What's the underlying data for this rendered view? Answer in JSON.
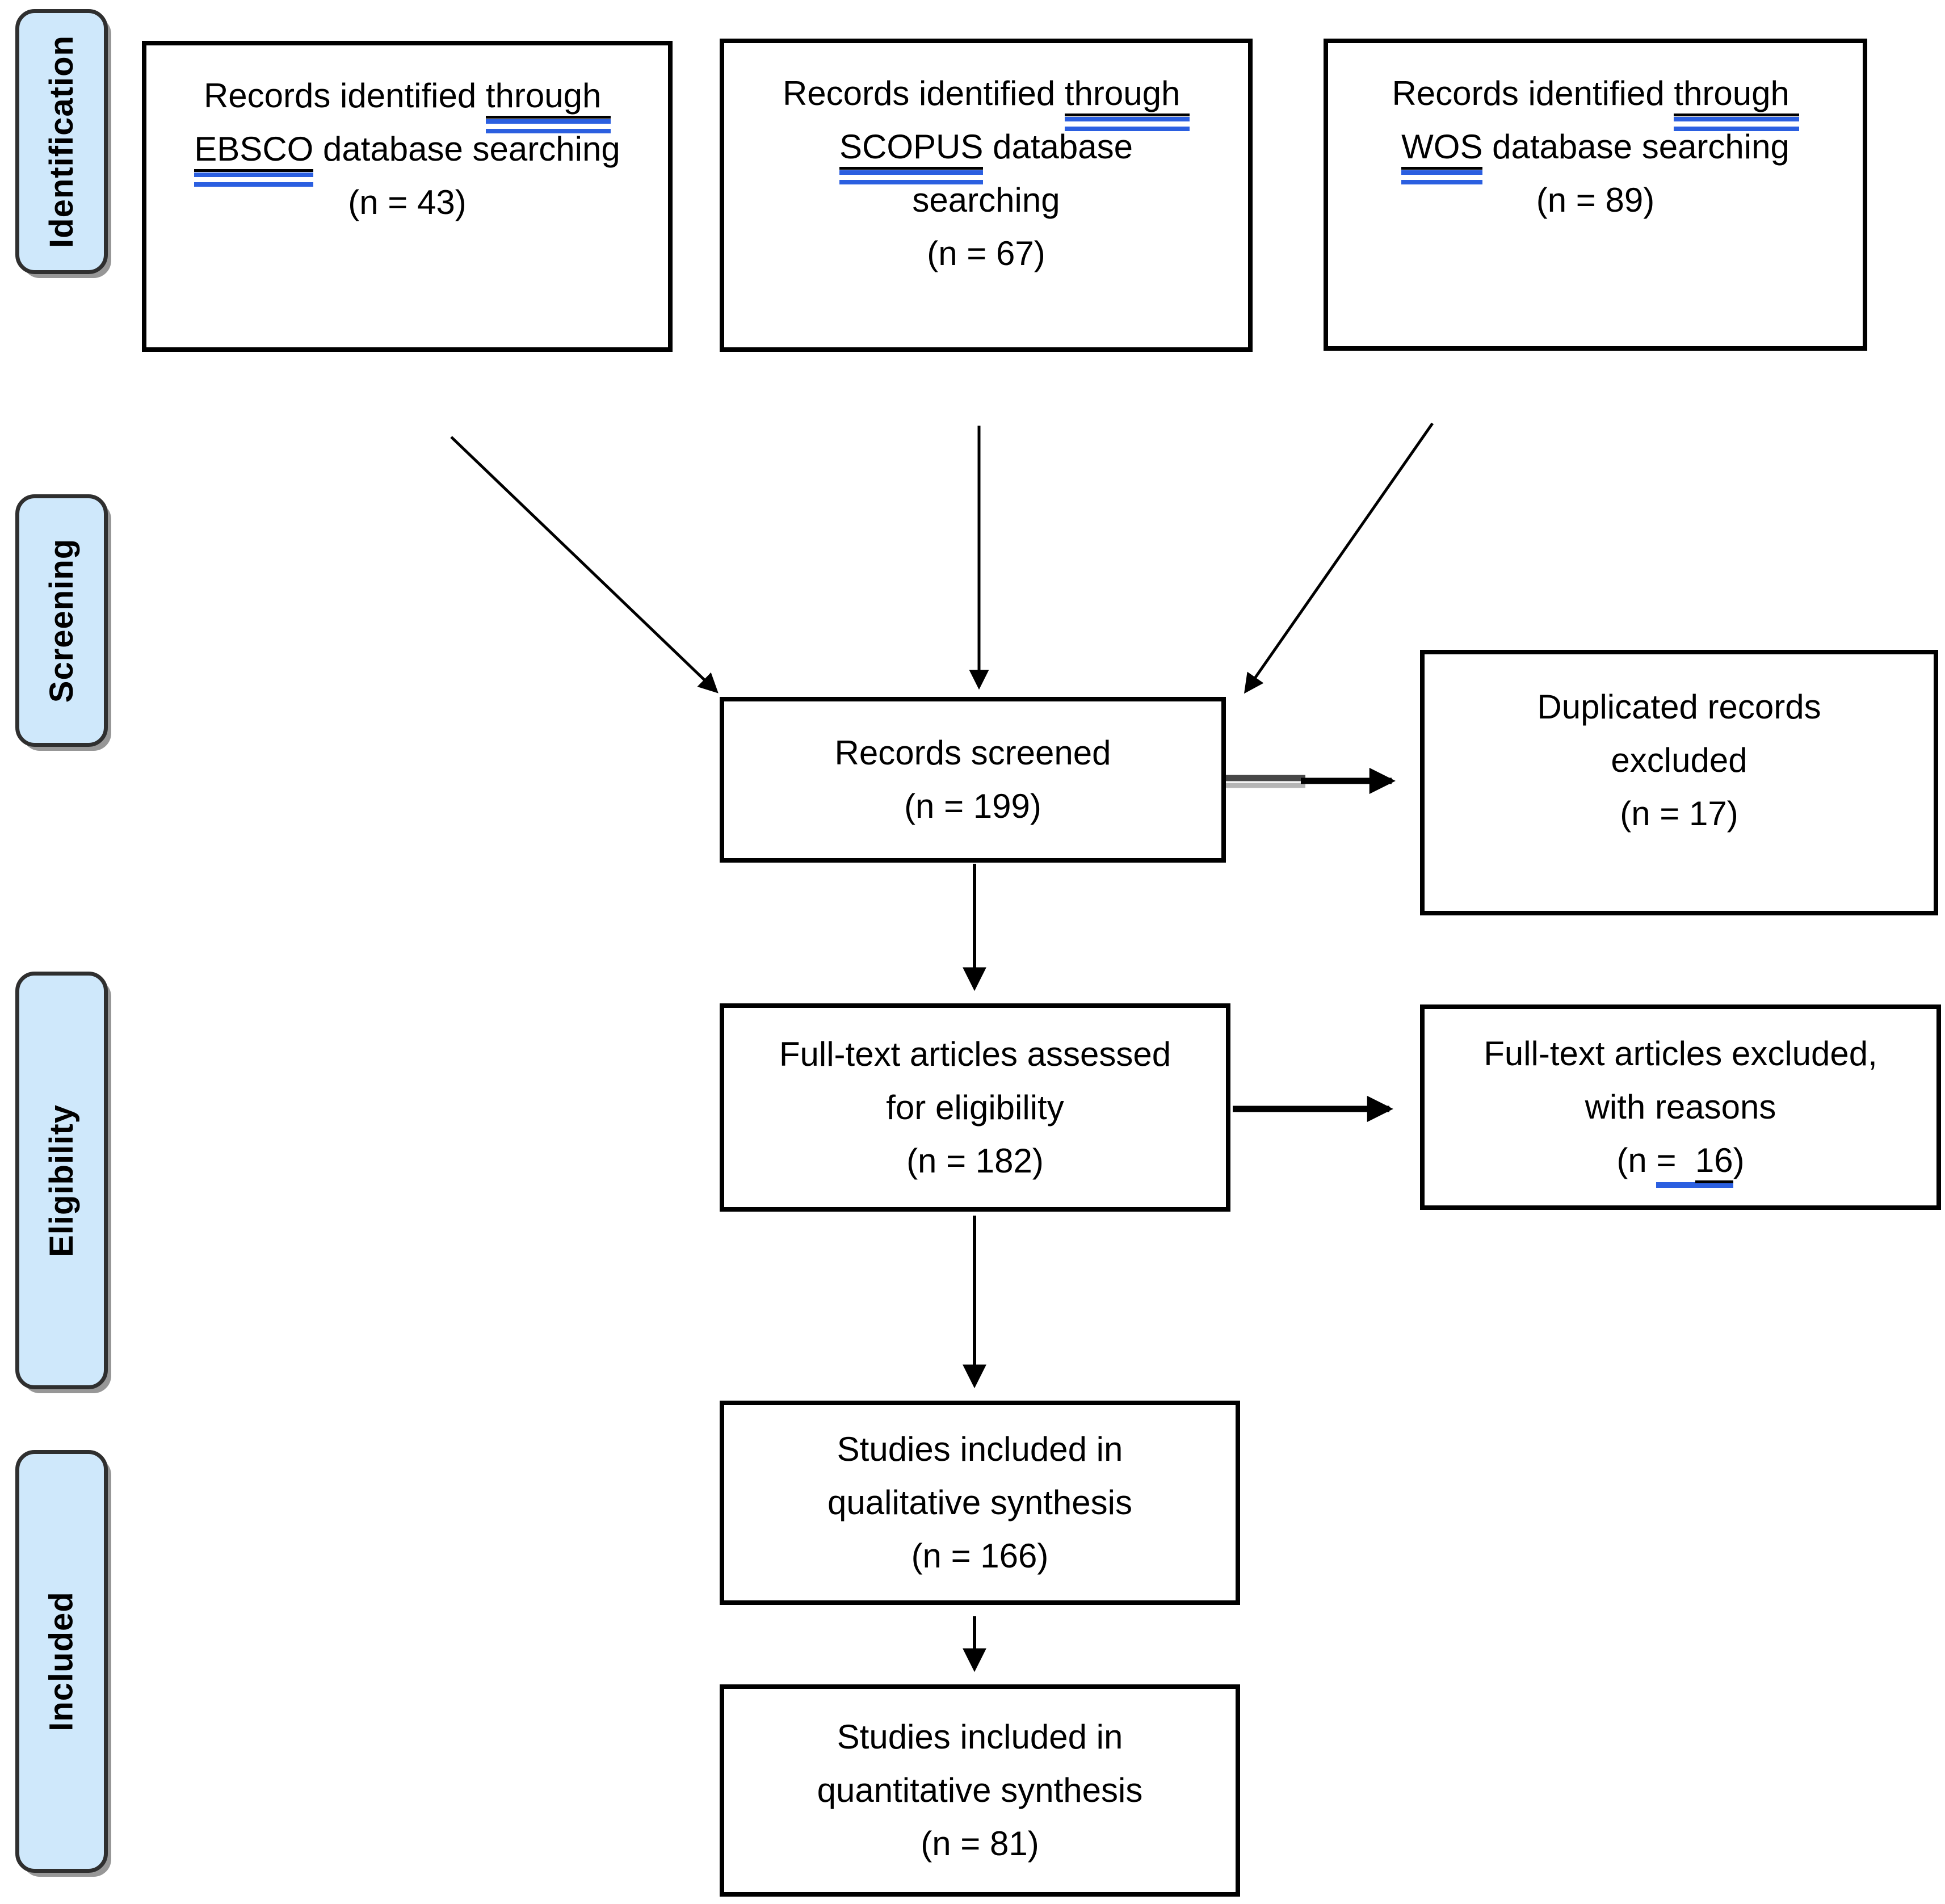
{
  "diagram": {
    "type": "prisma-flow-diagram",
    "stages": [
      {
        "id": "identification",
        "label": "Identification"
      },
      {
        "id": "screening",
        "label": "Screening"
      },
      {
        "id": "eligibility",
        "label": "Eligibility"
      },
      {
        "id": "included",
        "label": "Included"
      }
    ],
    "boxes": {
      "ebsco": {
        "line1_pre": "Records identified ",
        "line1_link": "through ",
        "line2_link": "EBSCO",
        "line2_post": " database searching",
        "count": "(n = 43)"
      },
      "scopus": {
        "line1_pre": "Records identified ",
        "line1_link": "through ",
        "line2_link": "SCOPUS",
        "line2_post": " database",
        "line3": "searching",
        "count": "(n = 67)"
      },
      "wos": {
        "line1_pre": "Records identified ",
        "line1_link": "through ",
        "line2_link": "WOS",
        "line2_post": " database searching",
        "count": "(n = 89)"
      },
      "screened": {
        "line1": "Records screened",
        "count": "(n = 199)"
      },
      "duplicated": {
        "line1": "Duplicated records",
        "line2": "excluded",
        "count": "(n = 17)"
      },
      "assessed": {
        "line1": "Full-text articles assessed",
        "line2": "for eligibility",
        "count": "(n = 182)"
      },
      "excluded": {
        "line1": "Full-text articles excluded,",
        "line2": "with reasons",
        "count_pre": "(n ",
        "count_link_eq": "=  ",
        "count_link_num": "16",
        "count_post": ")"
      },
      "qualitative": {
        "line1": "Studies included in",
        "line2": "qualitative synthesis",
        "count": "(n = 166)"
      },
      "quantitative": {
        "line1": "Studies included in",
        "line2": "quantitative synthesis",
        "count": "(n = 81)"
      }
    },
    "colors": {
      "stage_fill": "#cfe8fb",
      "stage_border": "#2f2f2f",
      "box_border": "#000000",
      "underline_blue": "#2b5fe0",
      "arrow": "#000000",
      "arrow_shadow_dark": "#474747",
      "arrow_shadow_light": "#b5b5b5",
      "text": "#000000"
    }
  }
}
